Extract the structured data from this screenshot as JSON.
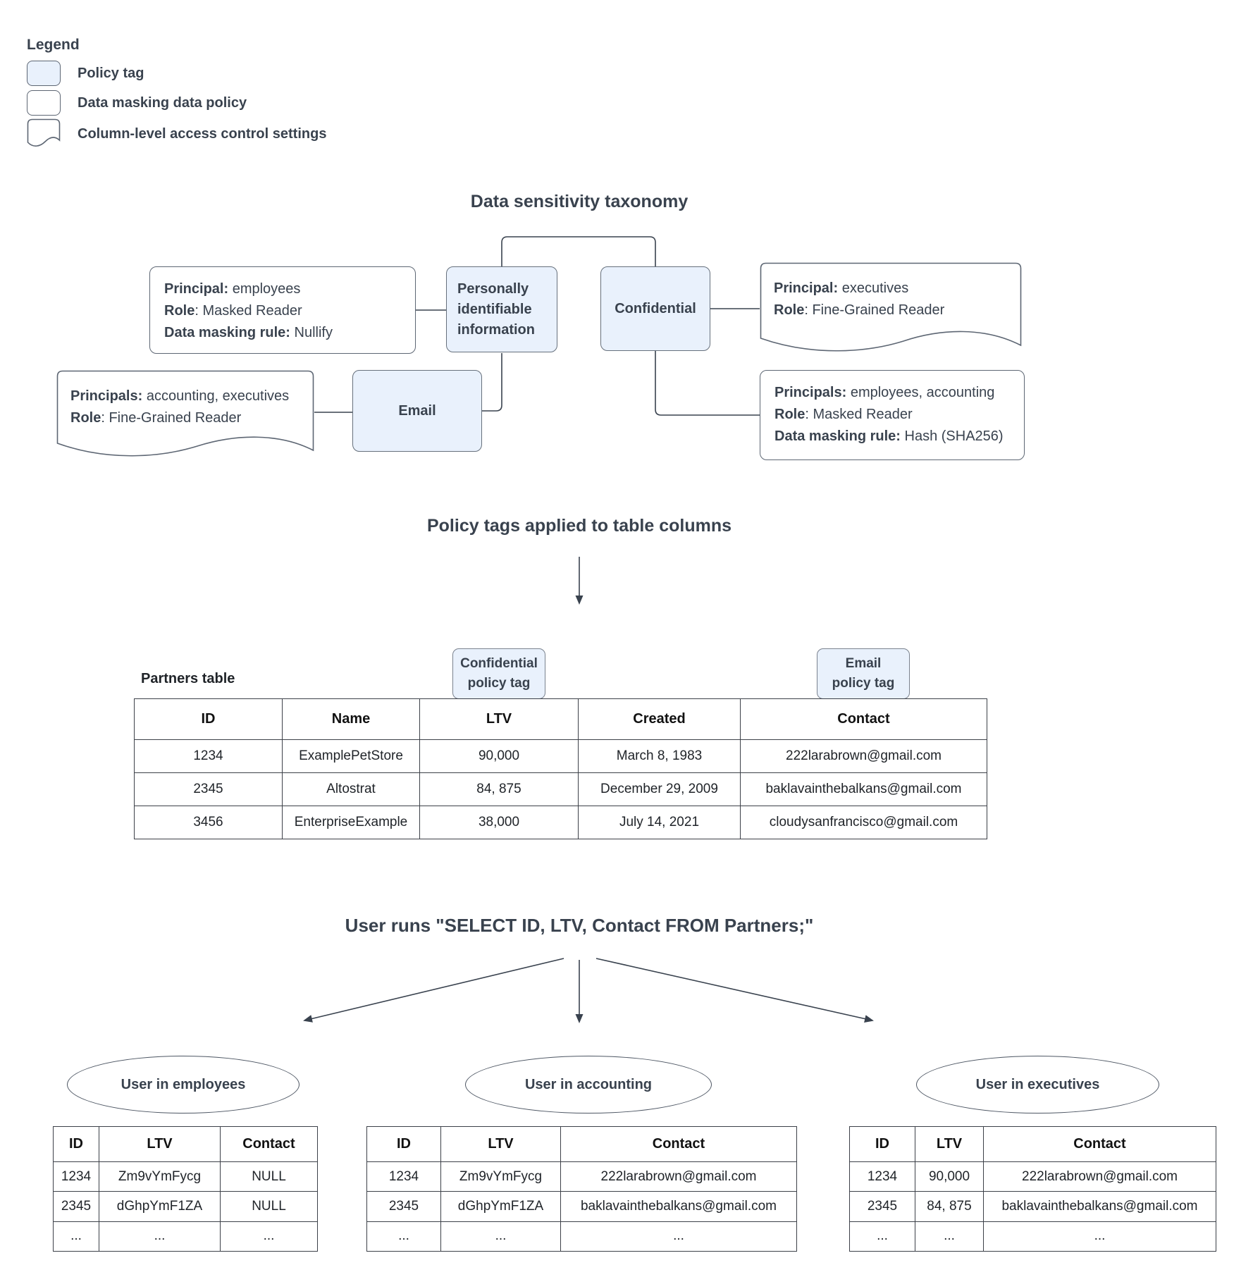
{
  "colors": {
    "policy_tag_fill": "#e9f1fc",
    "box_border": "#5d6673",
    "text": "#39424e",
    "connector": "#39424e"
  },
  "legend": {
    "title": "Legend",
    "items": [
      {
        "shape": "policy-tag-swatch",
        "label": "Policy tag"
      },
      {
        "shape": "data-policy-swatch",
        "label": "Data masking data policy"
      },
      {
        "shape": "access-control-swatch",
        "label": "Column-level access control settings"
      }
    ]
  },
  "taxonomy": {
    "title": "Data sensitivity taxonomy",
    "pii_label": "Personally identifiable information",
    "confidential_label": "Confidential",
    "email_label": "Email",
    "left_policy": {
      "l1b": "Principal:",
      "l1r": " employees",
      "l2b": "Role",
      "l2r": ": Masked Reader",
      "l3b": "Data masking rule:",
      "l3r": " Nullify"
    },
    "right_doc": {
      "l1b": "Principal:",
      "l1r": " executives",
      "l2b": "Role",
      "l2r": ": Fine-Grained Reader"
    },
    "left_doc": {
      "l1b": "Principals:",
      "l1r": " accounting, executives",
      "l2b": "Role",
      "l2r": ": Fine-Grained Reader"
    },
    "right_policy": {
      "l1b": "Principals:",
      "l1r": " employees, accounting",
      "l2b": "Role",
      "l2r": ": Masked Reader",
      "l3b": "Data masking rule:",
      "l3r": " Hash (SHA256)"
    }
  },
  "policy_section": {
    "title": "Policy tags applied to table columns",
    "table_label": "Partners table",
    "confidential_tag_line1": "Confidential",
    "confidential_tag_line2": "policy tag",
    "email_tag_line1": "Email",
    "email_tag_line2": "policy tag",
    "headers": [
      "ID",
      "Name",
      "LTV",
      "Created",
      "Contact"
    ],
    "rows": [
      [
        "1234",
        "ExamplePetStore",
        "90,000",
        "March 8, 1983",
        "222larabrown@gmail.com"
      ],
      [
        "2345",
        "Altostrat",
        "84, 875",
        "December 29, 2009",
        "baklavainthebalkans@gmail.com"
      ],
      [
        "3456",
        "EnterpriseExample",
        "38,000",
        "July 14, 2021",
        "cloudysanfrancisco@gmail.com"
      ]
    ]
  },
  "query_section": {
    "title": "User runs \"SELECT ID, LTV, Contact FROM Partners;\"",
    "results": [
      {
        "user": "User in employees",
        "headers": [
          "ID",
          "LTV",
          "Contact"
        ],
        "rows": [
          [
            "1234",
            "Zm9vYmFycg",
            "NULL"
          ],
          [
            "2345",
            "dGhpYmF1ZA",
            "NULL"
          ],
          [
            "...",
            "...",
            "..."
          ]
        ]
      },
      {
        "user": "User in accounting",
        "headers": [
          "ID",
          "LTV",
          "Contact"
        ],
        "rows": [
          [
            "1234",
            "Zm9vYmFycg",
            "222larabrown@gmail.com"
          ],
          [
            "2345",
            "dGhpYmF1ZA",
            "baklavainthebalkans@gmail.com"
          ],
          [
            "...",
            "...",
            "..."
          ]
        ]
      },
      {
        "user": "User in executives",
        "headers": [
          "ID",
          "LTV",
          "Contact"
        ],
        "rows": [
          [
            "1234",
            "90,000",
            "222larabrown@gmail.com"
          ],
          [
            "2345",
            "84, 875",
            "baklavainthebalkans@gmail.com"
          ],
          [
            "...",
            "...",
            "..."
          ]
        ]
      }
    ]
  }
}
